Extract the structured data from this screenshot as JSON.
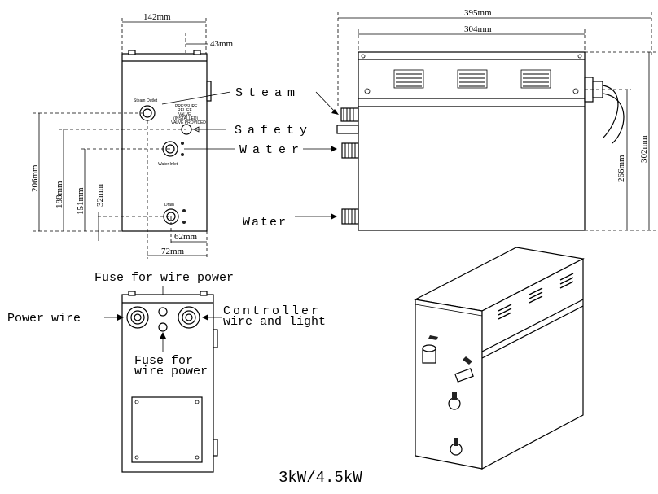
{
  "dimensions": {
    "width_142": "142mm",
    "depth_43": "43mm",
    "h_206": "206mm",
    "h_188": "188mm",
    "h_151": "151mm",
    "h_32": "32mm",
    "w_62": "62mm",
    "w_72": "72mm",
    "len_395": "395mm",
    "len_304": "304mm",
    "h_302": "302mm",
    "h_266": "266mm"
  },
  "front_panel": {
    "steam_outlet": "Steam Outlet",
    "pressure_relief": [
      "PRESSURE",
      "RELIEF",
      "VALVE",
      "(INSTALLED)",
      "VALVE PROVIDED"
    ],
    "water_inlet": "Water Inlet",
    "drain": "Drain"
  },
  "callouts": {
    "steam": "Steam",
    "safety": "Safety",
    "water_1": "Water",
    "water_2": "Water"
  },
  "top_view": {
    "fuse_top": "Fuse for wire power",
    "power_wire": "Power wire",
    "controller_1": "Controller",
    "controller_2": "wire and light",
    "fuse_bottom_1": "Fuse  for",
    "fuse_bottom_2": "wire  power"
  },
  "caption": "3kW/4.5kW"
}
